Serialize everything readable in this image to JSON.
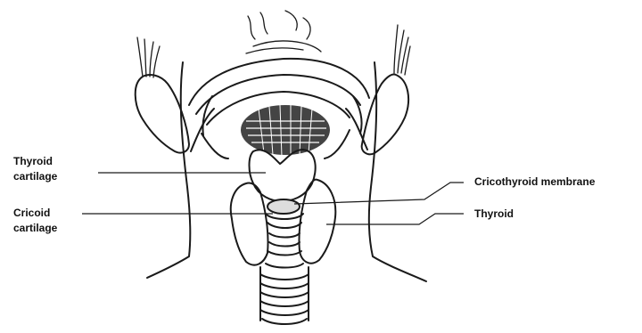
{
  "labels": {
    "thyroid_cartilage": {
      "line1": "Thyroid",
      "line2": "cartilage"
    },
    "cricoid_cartilage": {
      "line1": "Cricoid",
      "line2": "cartilage"
    },
    "cricothyroid_membrane": "Cricothyroid membrane",
    "thyroid": "Thyroid"
  }
}
